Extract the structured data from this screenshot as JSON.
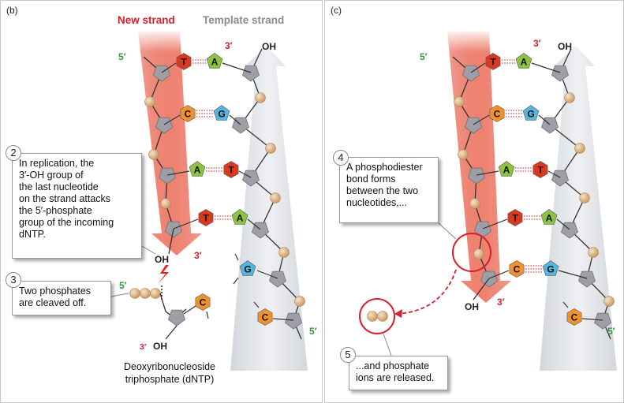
{
  "panel_b": {
    "label": "(b)",
    "new_strand": "New strand",
    "template_strand": "Template strand",
    "five_prime_top": "5′",
    "three_prime_top": "3′",
    "oh_top": "OH",
    "three_prime_mid": "3′",
    "oh_mid": "OH",
    "five_prime_dntp": "5′",
    "three_prime_dntp": "3′",
    "oh_dntp": "OH",
    "five_prime_bottom": "5′",
    "bases_new": [
      "T",
      "C",
      "A",
      "T"
    ],
    "bases_template": [
      "A",
      "G",
      "T",
      "A",
      "G",
      "C"
    ],
    "dntp_base": "C",
    "step2_num": "2",
    "step2_lines": [
      "In replication, the",
      "3′-OH group of",
      "the last nucleotide",
      "on the strand attacks",
      "the 5′-phosphate",
      "group of the incoming",
      "dNTP."
    ],
    "step3_num": "3",
    "step3_lines": [
      "Two phosphates",
      "are cleaved off."
    ],
    "caption_lines": [
      "Deoxyribonucleoside",
      "triphosphate (dNTP)"
    ]
  },
  "panel_c": {
    "label": "(c)",
    "five_prime_top": "5′",
    "three_prime_top": "3′",
    "oh_top": "OH",
    "three_prime_mid": "3′",
    "oh_mid": "OH",
    "five_prime_bottom": "5′",
    "bases_new": [
      "T",
      "C",
      "A",
      "T",
      "C"
    ],
    "bases_template": [
      "A",
      "G",
      "T",
      "A",
      "G",
      "C"
    ],
    "step4_num": "4",
    "step4_lines": [
      "A phosphodiester",
      "bond forms",
      "between the two",
      "nucleotides,..."
    ],
    "step5_num": "5",
    "step5_lines": [
      "...and phosphate",
      "ions are released."
    ]
  },
  "colors": {
    "T": "#d9391f",
    "A": "#8cc33f",
    "C": "#f0922b",
    "G": "#55b5dc",
    "sugar": "#9e9ea6",
    "phosphate": "#d8b184",
    "new_arrow": "#e8604e",
    "template_arrow": "#c9cfd6",
    "highlight": "#d71e2b",
    "title_red": "#d71e2b",
    "prime_green": "#2e9a3a"
  }
}
